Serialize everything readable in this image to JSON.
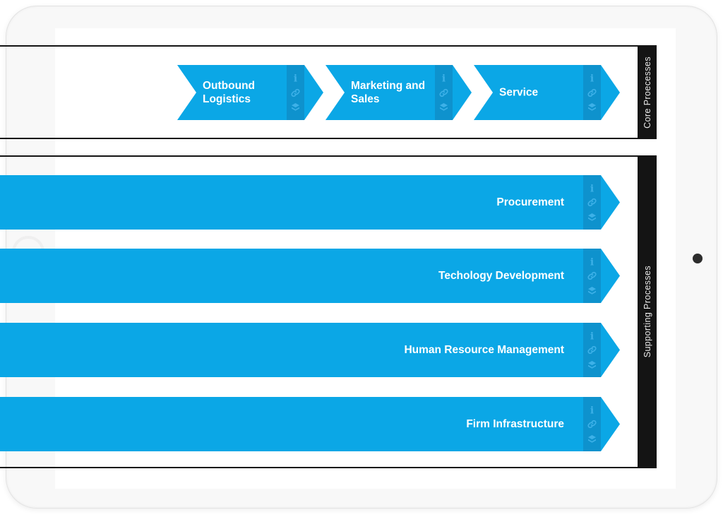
{
  "device": {
    "type": "tablet-landscape-mockup",
    "camera_icon": "camera-dot-icon",
    "home_icon": "home-button-ring-icon"
  },
  "colors": {
    "bar_blue": "#0ba7e6",
    "strip_blue": "#0e92cd",
    "icon_blue": "#3db1e8",
    "frame_black": "#141414"
  },
  "icon_names": [
    "info-icon",
    "link-icon",
    "layers-icon"
  ],
  "core": {
    "sidebar_label": "Core Proecesses",
    "arrows": [
      {
        "label": "Outbound Logistics"
      },
      {
        "label": "Marketing and Sales"
      },
      {
        "label": "Service"
      }
    ]
  },
  "supporting": {
    "sidebar_label": "Supporting Processes",
    "bars": [
      {
        "label": "Procurement"
      },
      {
        "label": "Techology Development"
      },
      {
        "label": "Human Resource Management"
      },
      {
        "label": "Firm Infrastructure"
      }
    ]
  }
}
